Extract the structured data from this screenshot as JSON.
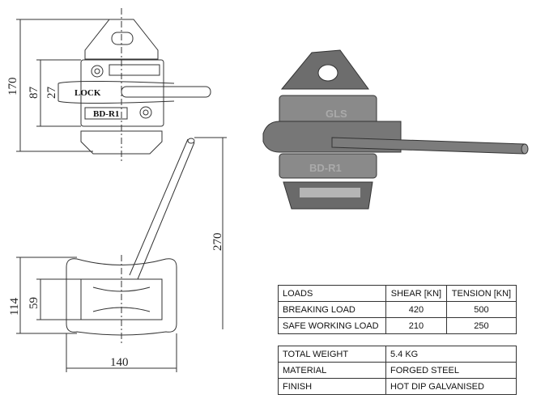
{
  "drawing": {
    "dimensions": {
      "height_total": "170",
      "height_body": "87",
      "height_lock": "27",
      "length_bar": "270",
      "base_depth": "114",
      "base_inner": "59",
      "base_width": "140"
    },
    "labels": {
      "lock": "LOCK",
      "model": "BD-R1"
    },
    "photo_markings": {
      "top": "GLS",
      "side": "BD-R1"
    }
  },
  "loads_table": {
    "headers": [
      "LOADS",
      "SHEAR [KN]",
      "TENSION [KN]"
    ],
    "rows": [
      {
        "label": "BREAKING LOAD",
        "shear": "420",
        "tension": "500"
      },
      {
        "label": "SAFE WORKING LOAD",
        "shear": "210",
        "tension": "250"
      }
    ]
  },
  "properties_table": {
    "rows": [
      {
        "label": "TOTAL WEIGHT",
        "value": "5.4 KG"
      },
      {
        "label": "MATERIAL",
        "value": "FORGED STEEL"
      },
      {
        "label": "FINISH",
        "value": "HOT DIP GALVANISED"
      }
    ]
  }
}
